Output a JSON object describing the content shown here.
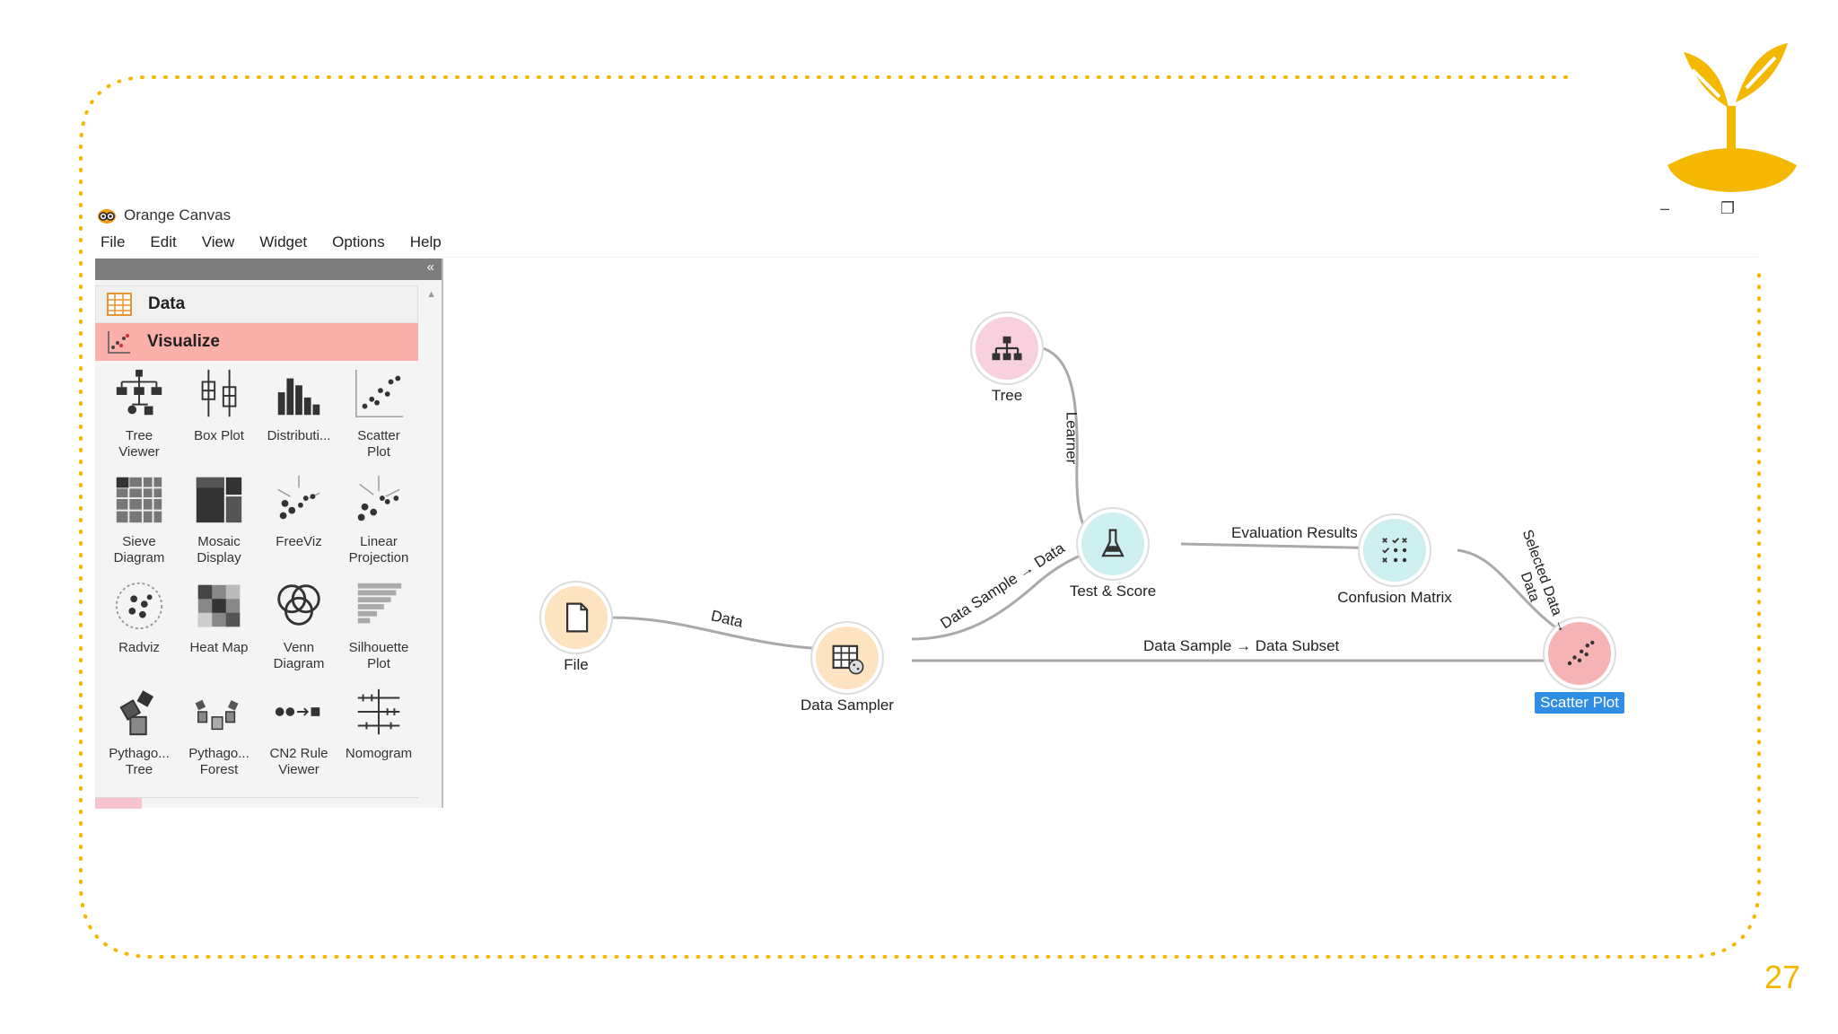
{
  "window": {
    "title": "Orange Canvas",
    "minimize_glyph": "–",
    "restore_glyph": "❐"
  },
  "menu": [
    "File",
    "Edit",
    "View",
    "Widget",
    "Options",
    "Help"
  ],
  "toolbox": {
    "collapse_glyph": "«",
    "categories": [
      {
        "label": "Data",
        "icon": "table-icon"
      },
      {
        "label": "Visualize",
        "icon": "scatter-icon"
      }
    ],
    "widgets": [
      {
        "label": "Tree\nViewer",
        "icon": "tree-viewer-icon"
      },
      {
        "label": "Box Plot",
        "icon": "box-plot-icon"
      },
      {
        "label": "Distributi...",
        "icon": "distributions-icon"
      },
      {
        "label": "Scatter\nPlot",
        "icon": "scatter-plot-icon"
      },
      {
        "label": "Sieve\nDiagram",
        "icon": "sieve-diagram-icon"
      },
      {
        "label": "Mosaic\nDisplay",
        "icon": "mosaic-display-icon"
      },
      {
        "label": "FreeViz",
        "icon": "freeviz-icon"
      },
      {
        "label": "Linear\nProjection",
        "icon": "linear-projection-icon"
      },
      {
        "label": "Radviz",
        "icon": "radviz-icon"
      },
      {
        "label": "Heat Map",
        "icon": "heat-map-icon"
      },
      {
        "label": "Venn\nDiagram",
        "icon": "venn-diagram-icon"
      },
      {
        "label": "Silhouette\nPlot",
        "icon": "silhouette-plot-icon"
      },
      {
        "label": "Pythago...\nTree",
        "icon": "pythagorean-tree-icon"
      },
      {
        "label": "Pythago...\nForest",
        "icon": "pythagorean-forest-icon"
      },
      {
        "label": "CN2 Rule\nViewer",
        "icon": "cn2-rule-viewer-icon"
      },
      {
        "label": "Nomogram",
        "icon": "nomogram-icon"
      }
    ]
  },
  "workflow": {
    "nodes": [
      {
        "id": "file",
        "label": "File",
        "color": "#fde3c0",
        "icon": "file-icon"
      },
      {
        "id": "tree",
        "label": "Tree",
        "color": "#f8cfdc",
        "icon": "tree-icon"
      },
      {
        "id": "sampler",
        "label": "Data Sampler",
        "color": "#fde3c0",
        "icon": "data-sampler-icon"
      },
      {
        "id": "test",
        "label": "Test & Score",
        "color": "#cdeff0",
        "icon": "flask-icon"
      },
      {
        "id": "confusion",
        "label": "Confusion Matrix",
        "color": "#cdeff0",
        "icon": "confusion-matrix-icon"
      },
      {
        "id": "scatter",
        "label": "Scatter Plot",
        "color": "#f6b3b3",
        "icon": "scatter-plot-icon",
        "selected": true
      }
    ],
    "links": [
      {
        "label": "Data"
      },
      {
        "label": "Learner"
      },
      {
        "label": "Data Sample → Data"
      },
      {
        "label": "Evaluation Results"
      },
      {
        "label": "Data Sample → Data Subset"
      },
      {
        "label_line1": "Selected Data →",
        "label_line2": "Data"
      }
    ]
  },
  "slide": {
    "number": "27",
    "accent_color": "#f5b800"
  }
}
